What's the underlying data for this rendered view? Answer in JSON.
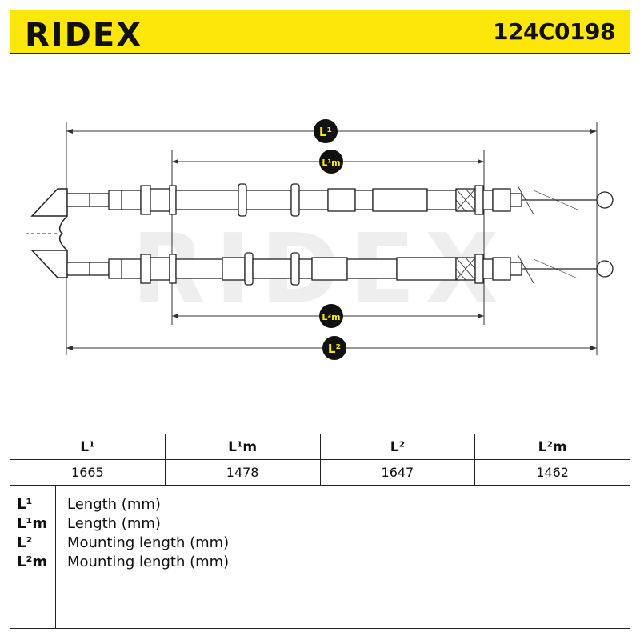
{
  "header": {
    "brand": "RIDEX",
    "part_number": "124C0198"
  },
  "diagram": {
    "watermark": "RIDEX",
    "dimensions": [
      {
        "label": "L¹"
      },
      {
        "label": "L¹m"
      },
      {
        "label": "L²m"
      },
      {
        "label": "L²"
      }
    ]
  },
  "table": {
    "headers": [
      "L¹",
      "L¹m",
      "L²",
      "L²m"
    ],
    "values": [
      "1665",
      "1478",
      "1647",
      "1462"
    ]
  },
  "legend": [
    {
      "key": "L¹",
      "desc": "Length (mm)"
    },
    {
      "key": "L¹m",
      "desc": "Length (mm)"
    },
    {
      "key": "L²",
      "desc": "Mounting length (mm)"
    },
    {
      "key": "L²m",
      "desc": "Mounting length (mm)"
    }
  ],
  "colors": {
    "header_bg": "#fde70a",
    "badge_bg": "#111111",
    "badge_text": "#fde70a",
    "watermark": "#eeeeee"
  }
}
